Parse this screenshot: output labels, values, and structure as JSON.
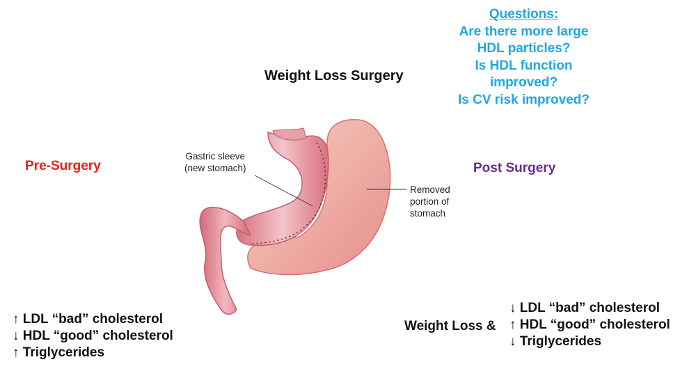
{
  "title": "Weight Loss Surgery",
  "questions": {
    "heading": "Questions:",
    "lines": [
      "Are there more large",
      "HDL particles?",
      "Is HDL function",
      "improved?",
      "Is CV risk improved?"
    ]
  },
  "pre_label": "Pre-Surgery",
  "post_label": "Post Surgery",
  "callouts": {
    "sleeve": [
      "Gastric sleeve",
      "(new stomach)"
    ],
    "removed": [
      "Removed",
      "portion of",
      "stomach"
    ]
  },
  "pre_effects": [
    "↑ LDL “bad” cholesterol",
    "↓ HDL “good” cholesterol",
    "↑ Triglycerides"
  ],
  "post_prefix": "Weight Loss &",
  "post_effects": [
    "↓ LDL “bad” cholesterol",
    "↑ HDL “good” cholesterol",
    "↓ Triglycerides"
  ],
  "colors": {
    "pre": "#e8201c",
    "post": "#6a2a8e",
    "questions": "#1fa8e0",
    "stomach": "#e89aa2",
    "removed": "#f2b8ad"
  }
}
